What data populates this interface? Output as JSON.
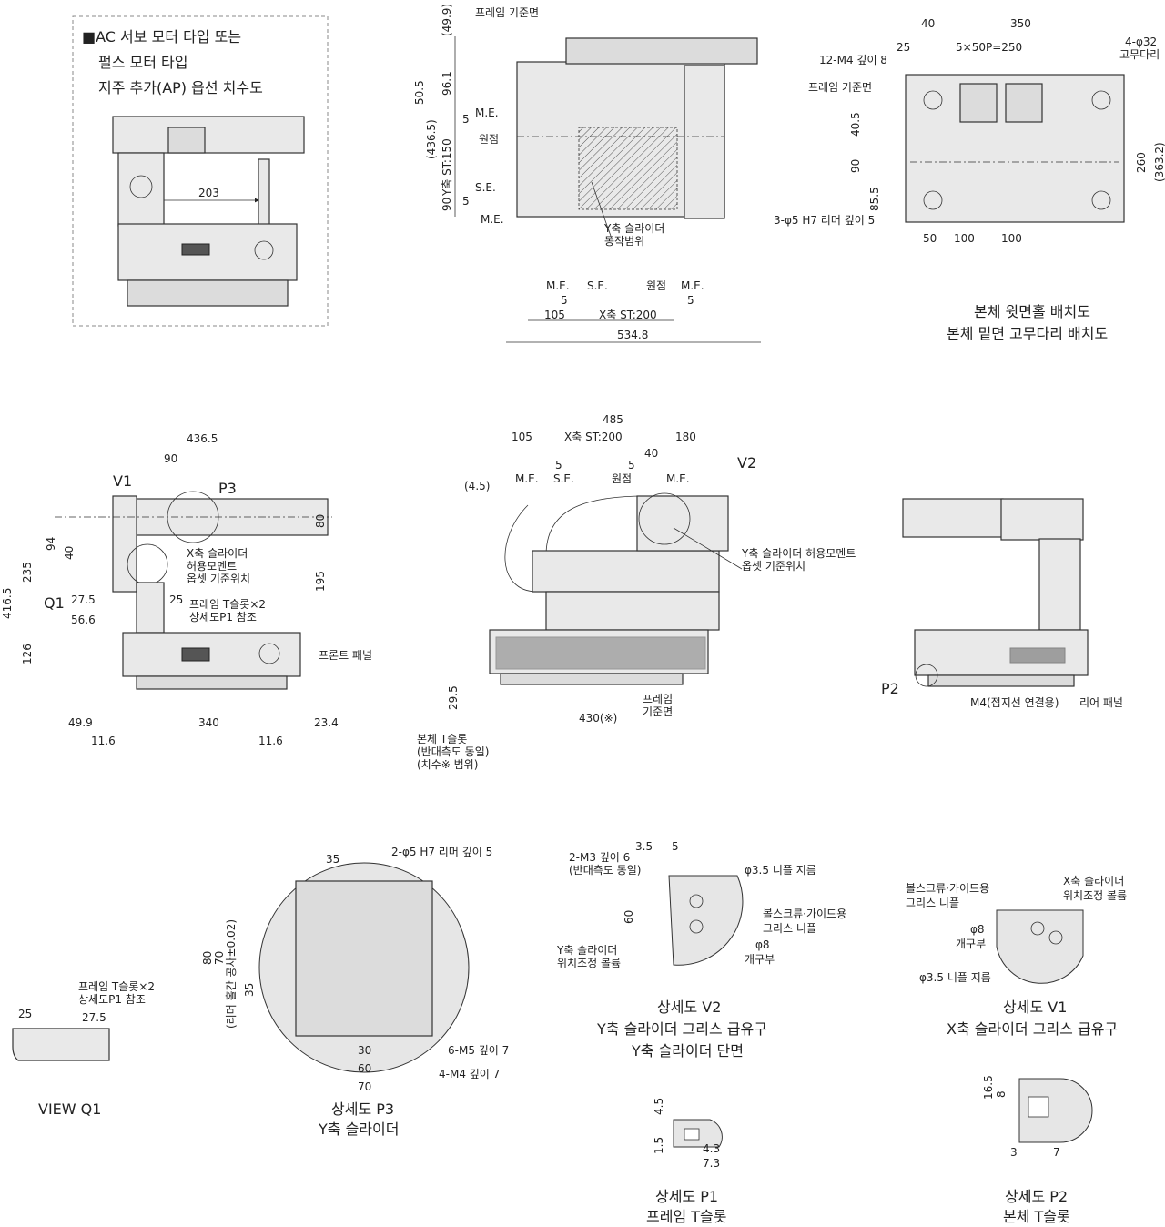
{
  "inset": {
    "title_lines": [
      "■AC 서보 모터 타입 또는",
      "펄스 모터 타입",
      "지주 추가(AP) 옵션 치수도"
    ],
    "dim_203": "203"
  },
  "top_view": {
    "dims_left": [
      "(49.9)",
      "96.1",
      "50.5",
      "(436.5)",
      "Y축 ST:150",
      "90"
    ],
    "labels": [
      "프레임 기준면",
      "M.E.",
      "5",
      "원점",
      "S.E.",
      "5",
      "M.E."
    ],
    "stroke_note": [
      "Y축 슬라이더",
      "동작범위"
    ],
    "dims_bottom": [
      "M.E.",
      "5",
      "S.E.",
      "원점",
      "M.E.",
      "5",
      "105",
      "X축 ST:200",
      "534.8"
    ]
  },
  "hole_layout": {
    "dims_top": [
      "40",
      "350",
      "25",
      "5×50P=250",
      "4-φ32",
      "고무다리"
    ],
    "labels": [
      "12-M4 깊이 8",
      "프레임 기준면",
      "3-φ5 H7 리머 깊이 5"
    ],
    "dims_left": [
      "40.5",
      "90",
      "85.5"
    ],
    "dims_right": [
      "260",
      "(363.2)"
    ],
    "dims_bottom": [
      "50",
      "100",
      "100"
    ],
    "caption": [
      "본체 윗면홀 배치도",
      "본체 밑면 고무다리 배치도"
    ]
  },
  "front_view": {
    "dims_top": [
      "436.5",
      "90"
    ],
    "callouts": [
      "V1",
      "P3",
      "Q1"
    ],
    "moment_note": [
      "X축 슬라이더",
      "허용모멘트",
      "옵셋 기준위치"
    ],
    "dims_left": [
      "416.5",
      "235",
      "94",
      "40",
      "126"
    ],
    "dims_right": [
      "80",
      "195"
    ],
    "dims_mid": [
      "27.5",
      "25",
      "56.6"
    ],
    "slot_note": [
      "프레임 T슬롯×2",
      "상세도P1 참조"
    ],
    "panel_label": "프론트 패널",
    "dims_bottom": [
      "49.9",
      "340",
      "23.4",
      "11.6",
      "11.6"
    ]
  },
  "side_view": {
    "dims_top": [
      "485",
      "105",
      "X축 ST:200",
      "180",
      "40",
      "5",
      "5"
    ],
    "labels_top": [
      "(4.5)",
      "M.E.",
      "S.E.",
      "원점",
      "M.E."
    ],
    "callout": "V2",
    "moment_note": [
      "Y축 슬라이더 허용모멘트",
      "옵셋 기준위치"
    ],
    "dims_bottom": [
      "29.5",
      "430(※)"
    ],
    "frame_ref": [
      "프레임",
      "기준면"
    ],
    "slot_note": [
      "본체 T슬롯",
      "(반대측도 동일)",
      "(치수※ 범위)"
    ]
  },
  "rear_view": {
    "callout": "P2",
    "labels": [
      "M4(접지선 연결용)",
      "리어 패널"
    ]
  },
  "view_q1": {
    "dims": [
      "25",
      "27.5"
    ],
    "note": [
      "프레임 T슬롯×2",
      "상세도P1 참조"
    ],
    "caption": "VIEW Q1"
  },
  "detail_p3": {
    "dims": [
      "35",
      "80",
      "70",
      "(리머 홀간 공차±0.02)",
      "35",
      "30",
      "60",
      "70"
    ],
    "labels": [
      "2-φ5 H7 리머 깊이 5",
      "6-M5 깊이 7",
      "4-M4 깊이 7"
    ],
    "caption": [
      "상세도 P3",
      "Y축 슬라이더"
    ]
  },
  "detail_v2": {
    "dims": [
      "3.5",
      "5",
      "60"
    ],
    "labels": [
      "2-M3 깊이 6",
      "(반대측도 동일)",
      "φ3.5 니플 지름",
      "볼스크류·가이드용",
      "그리스 니플",
      "φ8",
      "개구부",
      "Y축 슬라이더",
      "위치조정 볼륨"
    ],
    "caption": [
      "상세도 V2",
      "Y축 슬라이더 그리스 급유구",
      "Y축 슬라이더 단면"
    ]
  },
  "detail_v1": {
    "labels": [
      "볼스크류·가이드용",
      "그리스 니플",
      "X축 슬라이더",
      "위치조정 볼륨",
      "φ8",
      "개구부",
      "φ3.5 니플 지름"
    ],
    "caption": [
      "상세도 V1",
      "X축 슬라이더 그리스 급유구"
    ]
  },
  "detail_p1": {
    "dims": [
      "4.5",
      "1.5",
      "4.3",
      "7.3"
    ],
    "caption": [
      "상세도 P1",
      "프레임 T슬롯"
    ]
  },
  "detail_p2": {
    "dims": [
      "16.5",
      "8",
      "3",
      "7"
    ],
    "caption": [
      "상세도 P2",
      "본체 T슬롯"
    ]
  }
}
